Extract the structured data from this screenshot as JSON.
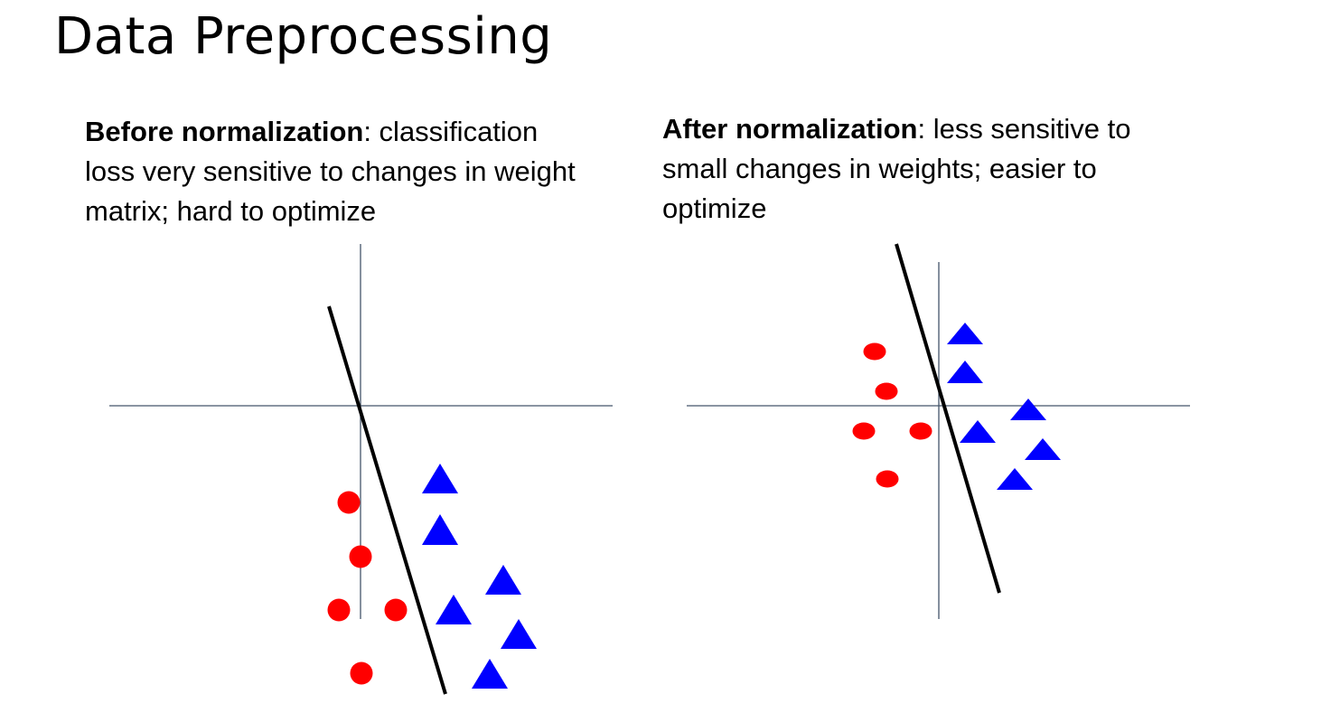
{
  "title": "Data Preprocessing",
  "left_panel": {
    "heading": "Before normalization",
    "text": ": classification loss very sensitive to changes in weight matrix; hard to optimize"
  },
  "right_panel": {
    "heading": "After normalization",
    "text": ": less sensitive to small changes in weights; easier to optimize"
  },
  "colors": {
    "axis": "#44546a",
    "boundary": "#000000",
    "circle_class": "#ff0000",
    "triangle_class": "#0000ff"
  },
  "marker_shapes": {
    "circle_class": "circle",
    "triangle_class": "triangle"
  }
}
